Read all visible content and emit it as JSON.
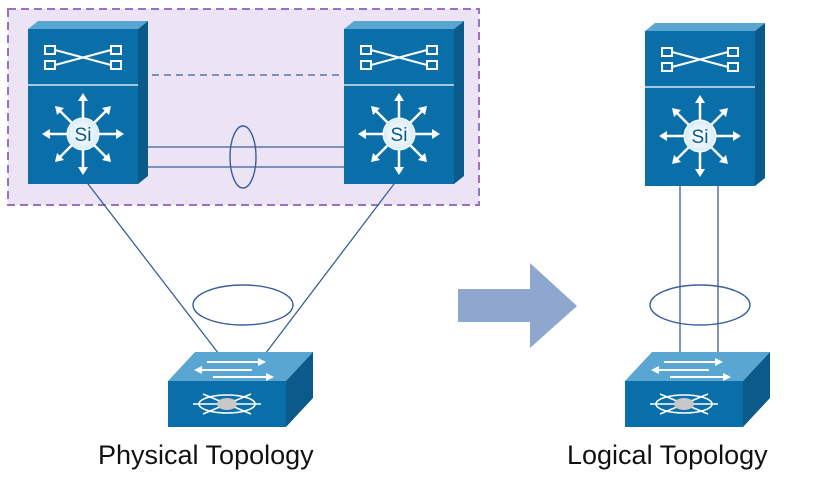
{
  "labels": {
    "physical": "Physical Topology",
    "logical": "Logical Topology"
  },
  "switch_badge": "Si",
  "colors": {
    "device_face": "#0a6fa8",
    "device_top": "#5aa6d2",
    "device_side": "#0b5a8a",
    "link": "#3a5f9a",
    "cluster_fill": "#ece4f4",
    "cluster_border": "#9a72c4",
    "arrow": "#8fa6cf"
  },
  "icons": [
    "core-switch-icon",
    "access-switch-icon",
    "port-channel-ellipse",
    "transition-arrow"
  ]
}
